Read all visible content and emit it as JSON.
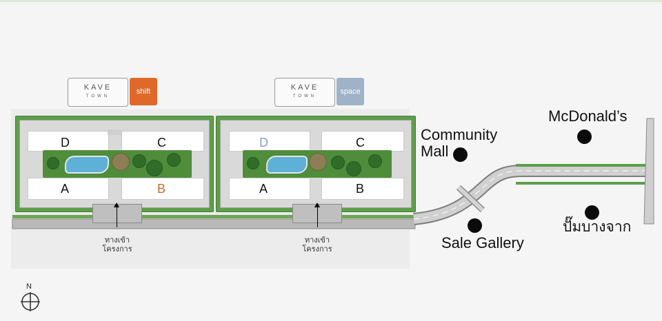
{
  "logos": [
    {
      "brand": "KAVE",
      "sub": "TOWN",
      "tag": "shift",
      "tag_color": "#e0692a"
    },
    {
      "brand": "KAVE",
      "sub": "TOWN",
      "tag": "space",
      "tag_color": "#9fb2c8"
    }
  ],
  "projects": [
    {
      "buildings": {
        "a": "A",
        "b": "B",
        "c": "C",
        "d": "D"
      },
      "label_colors": {
        "a": "#111111",
        "b": "#d2672b",
        "c": "#111111",
        "d": "#111111"
      },
      "entrance": "ทางเข้า\nโครงการ"
    },
    {
      "buildings": {
        "a": "A",
        "b": "B",
        "c": "C",
        "d": "D"
      },
      "label_colors": {
        "a": "#111111",
        "b": "#111111",
        "c": "#111111",
        "d": "#8aa0c0"
      },
      "entrance": "ทางเข้า\nโครงการ"
    }
  ],
  "landmarks": {
    "community_mall": "Community\nMall",
    "mcdonalds": "McDonald’s",
    "sale_gallery": "Sale Gallery",
    "gas_station": "ปั๊มบางจาก"
  },
  "compass": {
    "label": "N"
  },
  "colors": {
    "hedge": "#5f9e4a",
    "road": "#8a8a8a",
    "dot": "#0b0b0b"
  }
}
